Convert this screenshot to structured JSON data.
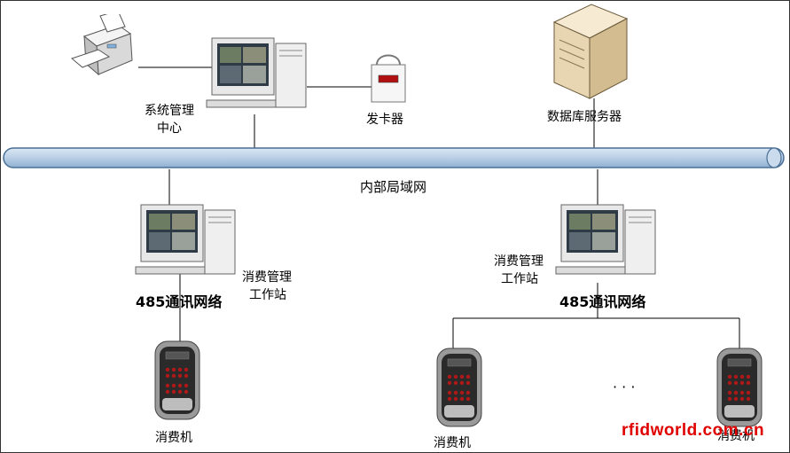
{
  "labels": {
    "mgmt_center_line1": "系统管理",
    "mgmt_center_line2": "中心",
    "card_issuer": "发卡器",
    "db_server": "数据库服务器",
    "lan": "内部局域网",
    "workstation_left_line1": "消费管理",
    "workstation_left_line2": "工作站",
    "workstation_right_line1": "消费管理",
    "workstation_right_line2": "工作站",
    "network_left": "485通讯网络",
    "network_right": "485通讯网络",
    "terminal_left": "消费机",
    "terminal_mid": "消费机",
    "terminal_right": "消费机",
    "ellipsis": "· · ·"
  },
  "watermark": "rfidworld.com.cn",
  "colors": {
    "bus_fill": "#b9cfe6",
    "bus_stroke": "#4a6f95",
    "watermark": "#e00000"
  },
  "icons": [
    "printer-icon",
    "computer-icon",
    "card-reader-icon",
    "server-icon",
    "pos-terminal-icon"
  ]
}
